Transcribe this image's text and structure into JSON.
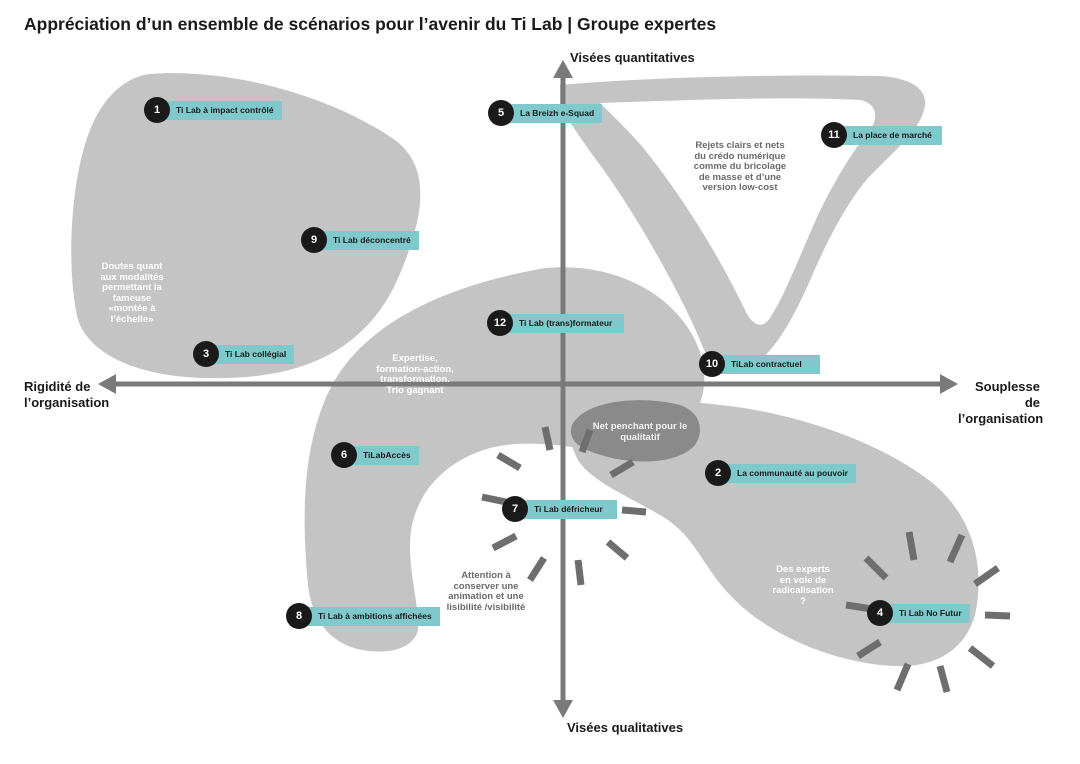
{
  "title": "Appréciation d’un ensemble de scénarios pour l’avenir du Ti Lab | Groupe expertes",
  "axes": {
    "top": "Visées quantitatives",
    "bottom": "Visées qualitatives",
    "left_line1": "Rigidité de",
    "left_line2": "l’organisation",
    "right_line1": "Souplesse de",
    "right_line2": "l’organisation"
  },
  "scenarios": [
    {
      "num": "1",
      "label": "Ti Lab à impact contrôlé"
    },
    {
      "num": "2",
      "label": "La communauté au pouvoir"
    },
    {
      "num": "3",
      "label": "Ti Lab collégial"
    },
    {
      "num": "4",
      "label": "Ti Lab No Futur"
    },
    {
      "num": "5",
      "label": "La Breizh e-Squad"
    },
    {
      "num": "6",
      "label": "TiLabAccès"
    },
    {
      "num": "7",
      "label": "Ti Lab défricheur"
    },
    {
      "num": "8",
      "label": "Ti Lab à ambitions affichées"
    },
    {
      "num": "9",
      "label": "Ti Lab déconcentré"
    },
    {
      "num": "10",
      "label": "TiLab contractuel"
    },
    {
      "num": "11",
      "label": "La place de marché"
    },
    {
      "num": "12",
      "label": "Ti Lab (trans)formateur"
    }
  ],
  "annotations": {
    "doutes": [
      "Doutes quant",
      "aux modalités",
      "permettant la",
      "fameuse",
      "«montée à",
      "l’échelle»"
    ],
    "rejets": [
      "Rejets clairs et nets",
      "du crédo numérique",
      "comme du bricolage",
      "de masse et d’une",
      "version low-cost"
    ],
    "expertise": [
      "Expertise,",
      "formation-action,",
      "transformation.",
      "Trio gagnant"
    ],
    "penchant": [
      "Net penchant pour le",
      "qualitatif"
    ],
    "attention": [
      "Attention à",
      "conserver une",
      "animation et une",
      "lisibilité /visibilité"
    ],
    "experts": [
      "Des experts",
      "en voie de",
      "radicalisation",
      "?"
    ]
  },
  "colors": {
    "blob": "#c4c4c4",
    "blob_dark": "#8a8a8a",
    "axis": "#7a7a7a",
    "badge": "#1a1a1a",
    "label_bg": "#7fc9cc",
    "tick": "#6e6e6e"
  }
}
